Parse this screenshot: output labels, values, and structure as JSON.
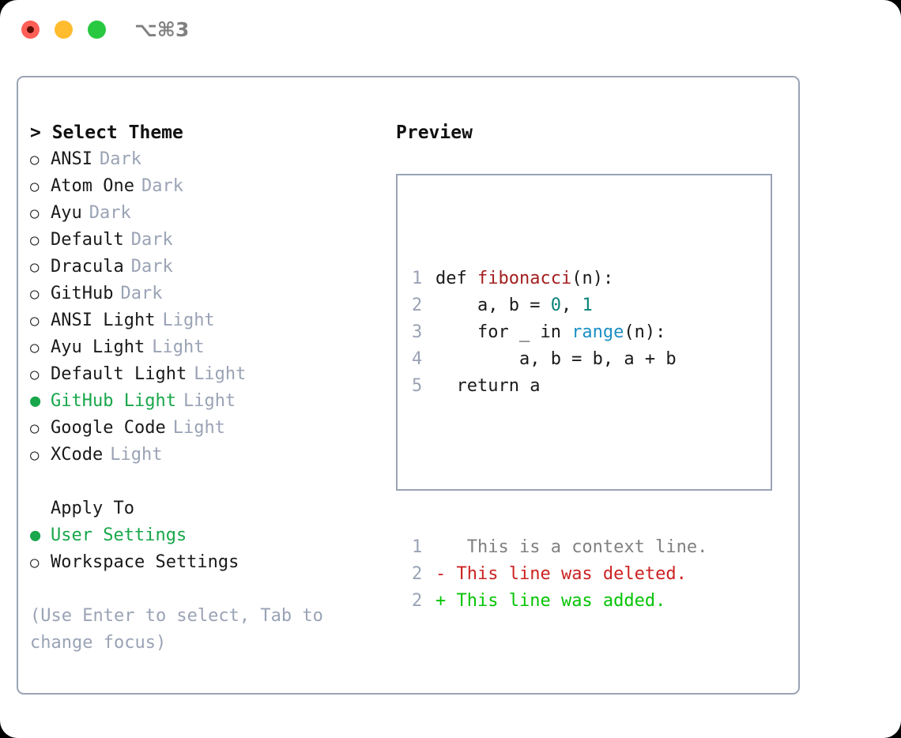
{
  "window": {
    "title": "⌥⌘3",
    "traffic_lights": [
      "close-red",
      "minimize-yellow",
      "maximize-green"
    ]
  },
  "left_panel": {
    "heading": "> Select Theme",
    "themes": [
      {
        "bullet": "○",
        "name": "ANSI",
        "badge": "Dark",
        "selected": false
      },
      {
        "bullet": "○",
        "name": "Atom One",
        "badge": "Dark",
        "selected": false
      },
      {
        "bullet": "○",
        "name": "Ayu",
        "badge": "Dark",
        "selected": false
      },
      {
        "bullet": "○",
        "name": "Default",
        "badge": "Dark",
        "selected": false
      },
      {
        "bullet": "○",
        "name": "Dracula",
        "badge": "Dark",
        "selected": false
      },
      {
        "bullet": "○",
        "name": "GitHub",
        "badge": "Dark",
        "selected": false
      },
      {
        "bullet": "○",
        "name": "ANSI Light",
        "badge": "Light",
        "selected": false
      },
      {
        "bullet": "○",
        "name": "Ayu Light",
        "badge": "Light",
        "selected": false
      },
      {
        "bullet": "○",
        "name": "Default Light",
        "badge": "Light",
        "selected": false
      },
      {
        "bullet": "●",
        "name": "GitHub Light",
        "badge": "Light",
        "selected": true
      },
      {
        "bullet": "○",
        "name": "Google Code",
        "badge": "Light",
        "selected": false
      },
      {
        "bullet": "○",
        "name": "XCode",
        "badge": "Light",
        "selected": false
      }
    ],
    "apply_to": {
      "heading": "Apply To",
      "options": [
        {
          "bullet": "●",
          "name": "User Settings",
          "selected": true
        },
        {
          "bullet": "○",
          "name": "Workspace Settings",
          "selected": false
        }
      ]
    },
    "hint": "(Use Enter to select, Tab to change focus)"
  },
  "right_panel": {
    "heading": "Preview",
    "code_lines": [
      {
        "no": "1",
        "segments": [
          {
            "text": "def ",
            "style": "plain"
          },
          {
            "text": "fibonacci",
            "style": "fn"
          },
          {
            "text": "(n):",
            "style": "plain"
          }
        ]
      },
      {
        "no": "2",
        "segments": [
          {
            "text": "    a, b = ",
            "style": "plain"
          },
          {
            "text": "0",
            "style": "num"
          },
          {
            "text": ", ",
            "style": "plain"
          },
          {
            "text": "1",
            "style": "num"
          }
        ]
      },
      {
        "no": "3",
        "segments": [
          {
            "text": "    for _ in ",
            "style": "plain"
          },
          {
            "text": "range",
            "style": "call"
          },
          {
            "text": "(n):",
            "style": "plain"
          }
        ]
      },
      {
        "no": "4",
        "segments": [
          {
            "text": "        a, b = b, a + b",
            "style": "plain"
          }
        ]
      },
      {
        "no": "5",
        "segments": [
          {
            "text": "  return a",
            "style": "plain"
          }
        ]
      }
    ],
    "diff_lines": [
      {
        "no": "1",
        "marker": " ",
        "text": "  This is a context line.",
        "kind": "context"
      },
      {
        "no": "2",
        "marker": "-",
        "text": " This line was deleted.",
        "kind": "deleted"
      },
      {
        "no": "2",
        "marker": "+",
        "text": " This line was added.",
        "kind": "added"
      }
    ]
  },
  "colors": {
    "accent_green": "#18a74a",
    "border": "#9aa3b5",
    "muted": "#9aa3b5",
    "diff_deleted": "#cc2222",
    "diff_added": "#05c405",
    "diff_context": "#808080",
    "syntax_function": "#a31f1f",
    "syntax_number": "#0a8379",
    "syntax_call": "#1c8fc4",
    "light_red": "#ff5f57",
    "light_yellow": "#febc2e",
    "light_green": "#28c840"
  }
}
